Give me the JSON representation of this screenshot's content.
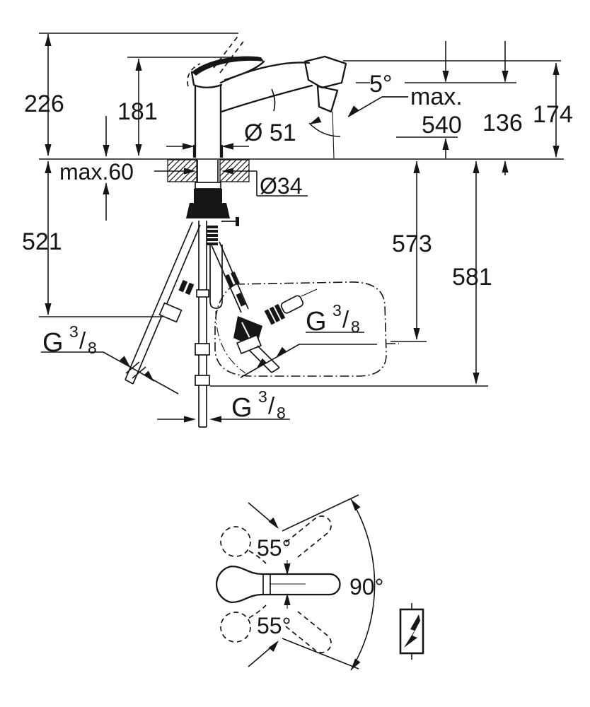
{
  "drawing": {
    "title": "faucet-installation-dimension-drawing",
    "colors": {
      "ink": "#161616",
      "background": "#ffffff"
    },
    "symbols": {
      "instant_heater": "lightning-bolt-in-box"
    },
    "labels": {
      "overall_height": "226",
      "spout_height": "181",
      "spray_angle": "5°",
      "max_prefix": "max.",
      "max_pullout": "540",
      "outlet_height": "136",
      "top_edge_height": "174",
      "deck_max_thickness": "max.60",
      "base_diameter": "Ø 51",
      "hole_diameter": "Ø34",
      "left_hose_length": "521",
      "spray_parking_depth": "573",
      "hose_depth": "581",
      "swivel_upper": "55°",
      "swivel_total": "90°",
      "swivel_lower": "55°",
      "thread_g": "G",
      "thread_num": "3",
      "thread_slash": "/",
      "thread_den": "8"
    }
  }
}
